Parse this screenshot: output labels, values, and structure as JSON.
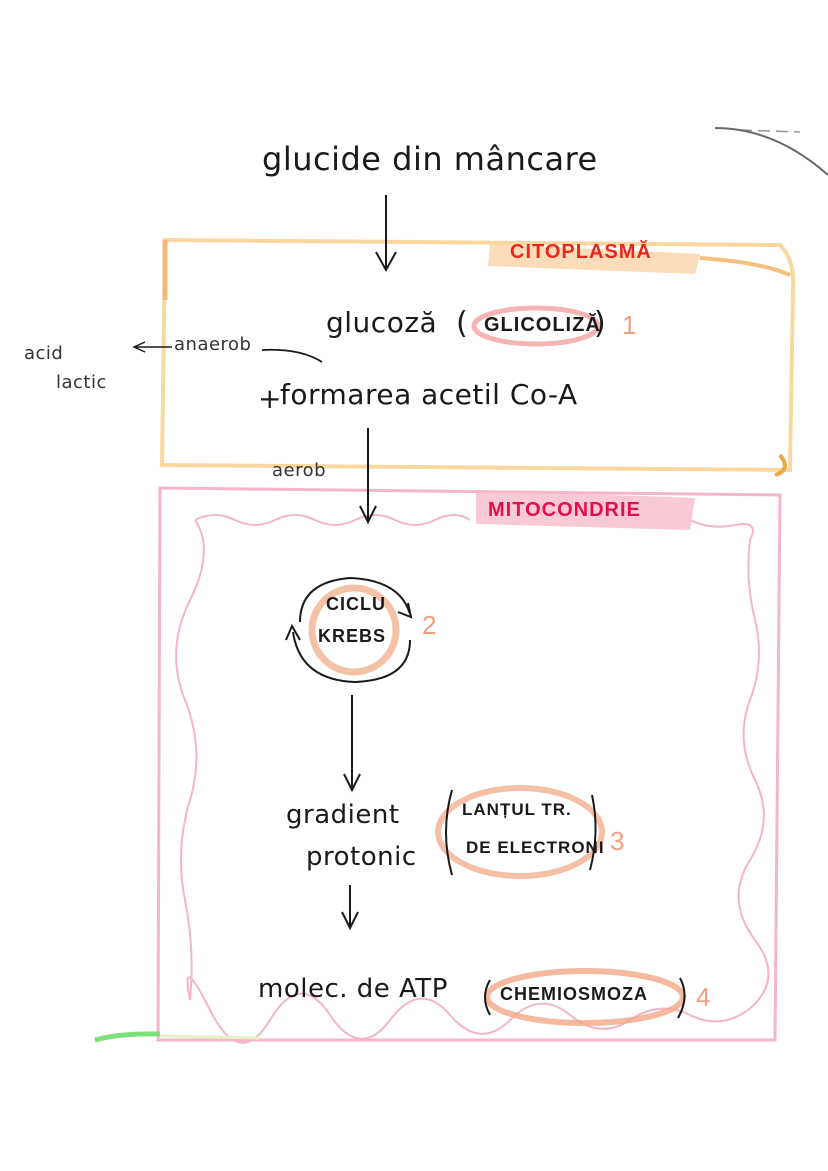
{
  "colors": {
    "ink": "#1a1a1a",
    "citoplasma_border": "#f5c888",
    "citoplasma_label": "#e8281c",
    "citoplasma_highlight": "#f7b878",
    "mitocondrie_border": "#f0a8c0",
    "mitocondrie_label": "#e0104a",
    "mitocondrie_highlight": "#f4a8bc",
    "step_highlight": "#f2a688",
    "step_number": "#f0a080",
    "green_mark": "#7ee07a"
  },
  "diagram": {
    "source": "glucide din mâncare",
    "compartments": [
      {
        "label": "CITOPLASMĂ"
      },
      {
        "label": "MITOCONDRIE"
      }
    ],
    "steps": [
      {
        "product": "glucoză",
        "process": "GLICOLIZĂ",
        "number": "1"
      },
      {
        "product": "formarea acetil Co-A",
        "prefix": "+"
      },
      {
        "process_line1": "CICLU",
        "process_line2": "KREBS",
        "number": "2"
      },
      {
        "product_line1": "gradient",
        "product_line2": "protonic",
        "process_line1": "LANȚUL TR.",
        "process_line2": "DE ELECTRONI",
        "number": "3"
      },
      {
        "product": "molec. de ATP",
        "process": "CHEMIOSMOZA",
        "number": "4"
      }
    ],
    "branches": {
      "anaerobic_label": "anaerob",
      "anaerobic_product_line1": "acid",
      "anaerobic_product_line2": "lactic",
      "aerobic_label": "aerob"
    }
  }
}
